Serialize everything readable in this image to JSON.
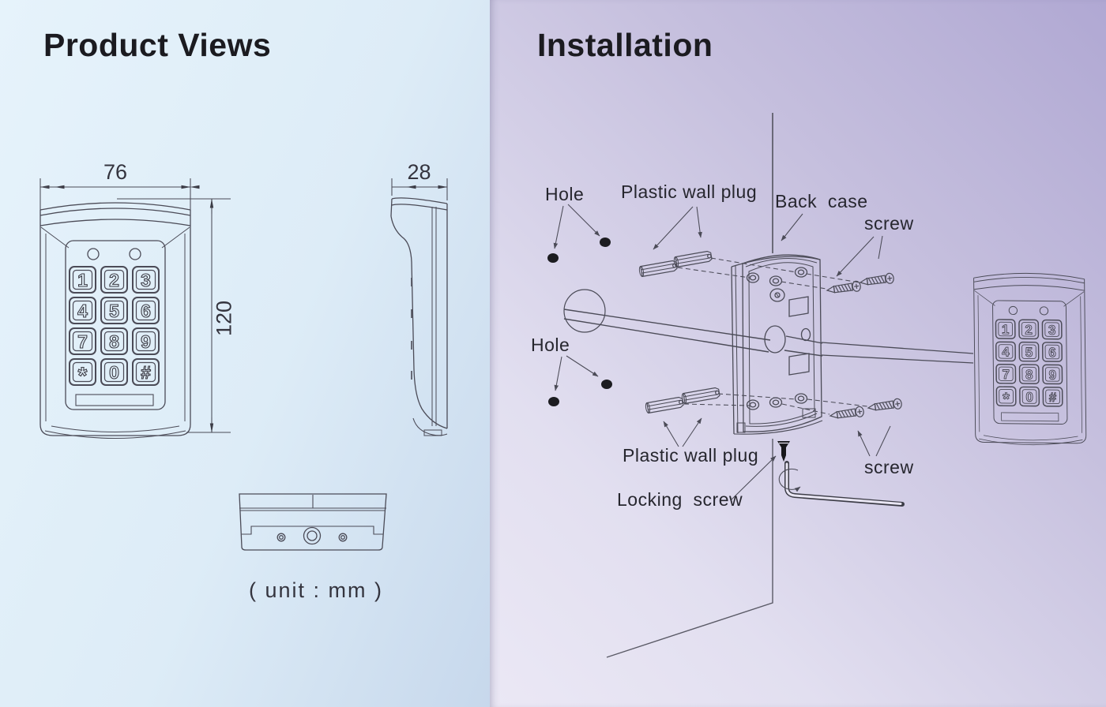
{
  "page": {
    "left_title": "Product Views",
    "right_title": "Installation"
  },
  "product_views": {
    "dimensions": {
      "width_mm": "76",
      "height_mm": "120",
      "depth_mm": "28"
    },
    "unit_note": "( unit : mm )",
    "keypad_keys": [
      "1",
      "2",
      "3",
      "4",
      "5",
      "6",
      "7",
      "8",
      "9",
      "*",
      "0",
      "#"
    ]
  },
  "installation": {
    "labels": {
      "hole_top": "Hole",
      "plastic_wall_plug_top": "Plastic wall plug",
      "back_case": "Back  case",
      "screw_top": "screw",
      "hole_bottom": "Hole",
      "plastic_wall_plug_bottom": "Plastic wall plug",
      "locking_screw": "Locking  screw",
      "screw_bottom": "screw"
    }
  },
  "colors": {
    "left_bg": "#ddecf7",
    "right_bg": "#c6c0de",
    "line": "#4b4b57",
    "text": "#26262e",
    "title": "#1b1b20"
  }
}
